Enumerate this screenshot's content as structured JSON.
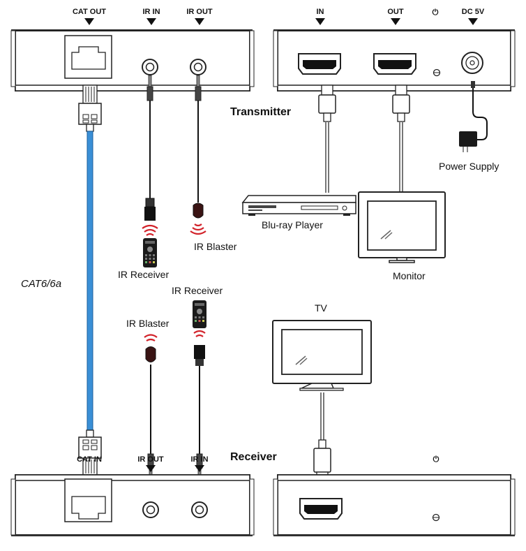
{
  "tx_ports": {
    "cat_out": "CAT OUT",
    "ir_in": "IR IN",
    "ir_out": "IR OUT"
  },
  "tx_right_ports": {
    "in": "IN",
    "out": "OUT",
    "power_symbol": "⏻",
    "dc": "DC 5V"
  },
  "transmitter_label": "Transmitter",
  "receiver_label": "Receiver",
  "rx_ports": {
    "cat_in": "CAT IN",
    "ir_out": "IR OUT",
    "ir_in": "IR IN",
    "power_symbol": "⏻"
  },
  "devices": {
    "power_supply": "Power Supply",
    "bluray": "Blu-ray Player",
    "monitor": "Monitor",
    "tv": "TV",
    "ir_receiver_top": "IR Receiver",
    "ir_blaster_top": "IR Blaster",
    "ir_receiver_bottom": "IR Receiver",
    "ir_blaster_bottom": "IR Blaster"
  },
  "cable_label": "CAT6/6a",
  "colors": {
    "device_stroke": "#222222",
    "cat_cable": "#3a8fd6",
    "signal": "#d2222a"
  }
}
